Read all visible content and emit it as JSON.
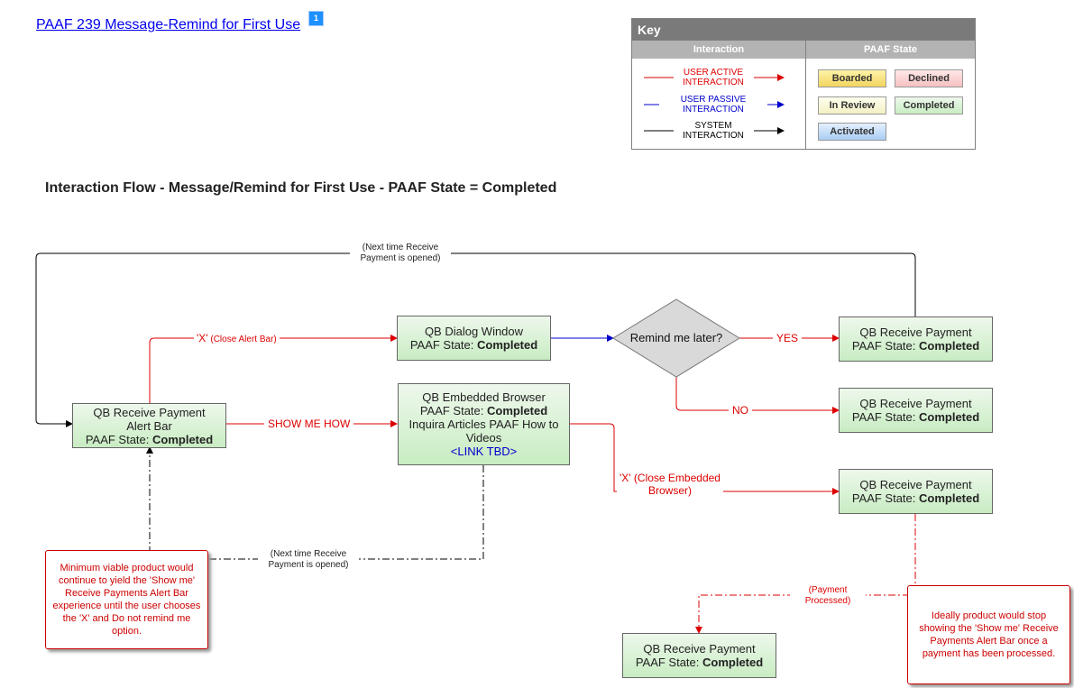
{
  "title": "PAAF 239 Message-Remind for First Use",
  "badge": "1",
  "heading": "Interaction Flow - Message/Remind for First Use - PAAF State = Completed",
  "key": {
    "title": "Key",
    "col_interaction": "Interaction",
    "col_state": "PAAF State",
    "user_active": "USER ACTIVE INTERACTION",
    "user_passive": "USER PASSIVE INTERACTION",
    "system": "SYSTEM INTERACTION",
    "states": {
      "boarded": "Boarded",
      "declined": "Declined",
      "in_review": "In Review",
      "completed": "Completed",
      "activated": "Activated"
    },
    "colors": {
      "active": "#dd0000",
      "passive": "#0000cc",
      "system": "#000000"
    }
  },
  "nodes": {
    "alert_bar": {
      "line1": "QB Receive Payment",
      "line2": "Alert Bar",
      "state_prefix": "PAAF State: ",
      "state": "Completed"
    },
    "dialog": {
      "line1": "QB Dialog Window",
      "state_prefix": "PAAF State: ",
      "state": "Completed"
    },
    "browser": {
      "line1": "QB Embedded Browser",
      "state_prefix": "PAAF State: ",
      "state": "Completed",
      "line3": "Inquira Articles PAAF How to Videos",
      "link": "<LINK TBD>"
    },
    "decision": "Remind me later?",
    "rp_yes": {
      "line1": "QB Receive Payment",
      "state_prefix": "PAAF State: ",
      "state": "Completed"
    },
    "rp_no": {
      "line1": "QB Receive Payment",
      "state_prefix": "PAAF State: ",
      "state": "Completed"
    },
    "rp_close": {
      "line1": "QB Receive Payment",
      "state_prefix": "PAAF State: ",
      "state": "Completed"
    },
    "rp_bottom": {
      "line1": "QB Receive Payment",
      "state_prefix": "PAAF State: ",
      "state": "Completed"
    }
  },
  "edge_labels": {
    "next_time_top": "(Next time Receive Payment is opened)",
    "x_close_alert_a": "'X'",
    "x_close_alert_b": " (Close Alert Bar)",
    "show_me_how": "SHOW ME HOW",
    "yes": "YES",
    "no": "NO",
    "x_close_browser": "'X' (Close Embedded Browser)",
    "next_time_bottom": "(Next time Receive Payment is opened)",
    "payment_processed": "(Payment Processed)"
  },
  "notes": {
    "left": "Minimum viable product would continue to yield the 'Show me' Receive Payments Alert Bar experience until the user chooses the 'X' and Do not remind me option.",
    "right": "Ideally product would stop showing the 'Show me' Receive Payments Alert Bar once a payment has been processed."
  }
}
